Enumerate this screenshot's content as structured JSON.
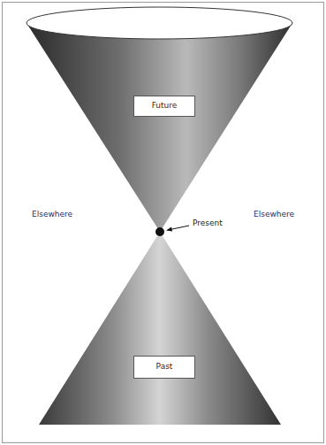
{
  "diagram": {
    "nodes": [
      {
        "text": [
          "Future"
        ]
      },
      {
        "text": [
          "Past"
        ]
      }
    ],
    "labels": [
      "Elsewhere",
      "Present",
      "Elsewhere"
    ]
  }
}
